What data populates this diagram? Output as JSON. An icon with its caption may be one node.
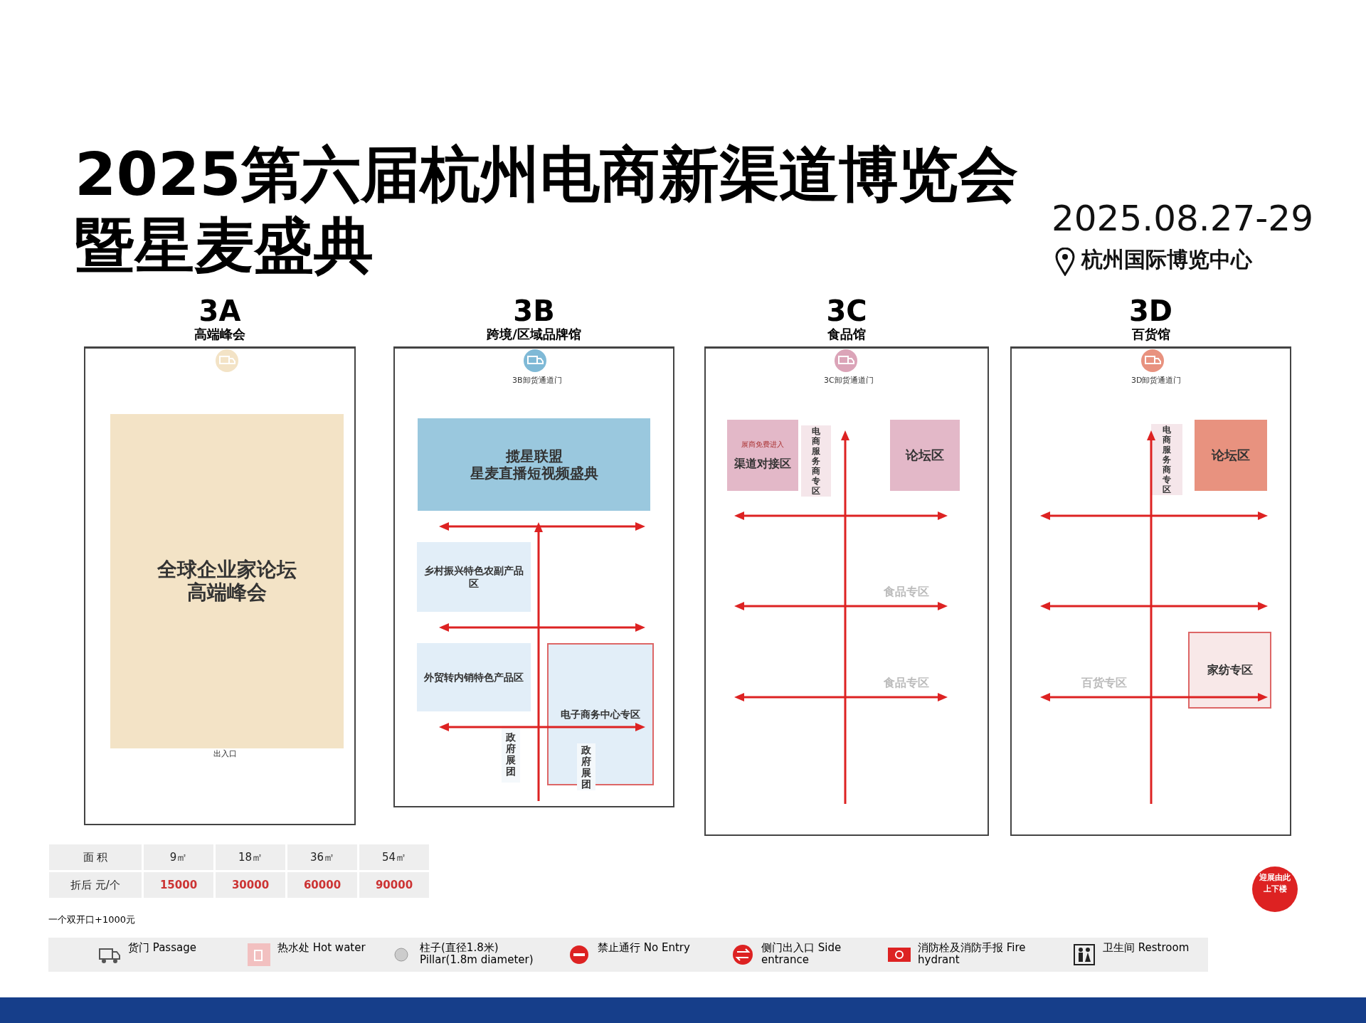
{
  "diagram": {
    "title": "2025第六届杭州电商新渠道博览会暨星麦盛典",
    "nodes": [
      {
        "text": [
          "3A",
          "高端峰会"
        ]
      },
      {
        "text": [
          "全球企业家论坛高端峰会"
        ],
        "in": 0
      },
      {
        "text": [
          "3B",
          "跨境/区域品牌馆"
        ]
      },
      {
        "text": [
          "揽星联盟",
          "星麦直播短视频盛典"
        ],
        "in": 2
      },
      {
        "text": [
          "乡村振兴特色农副产品区"
        ],
        "in": 2
      },
      {
        "text": [
          "外贸转内销特色产品区"
        ],
        "in": 2
      },
      {
        "text": [
          "电子商务中心专区"
        ],
        "in": 2
      },
      {
        "text": [
          "政府展团"
        ],
        "in": 2
      },
      {
        "text": [
          "政府展团"
        ],
        "in": 6
      },
      {
        "text": [
          "3C",
          "食品馆"
        ]
      },
      {
        "text": [
          "展商免费进入",
          "渠道对接区"
        ],
        "in": 9
      },
      {
        "text": [
          "电商服务商专区"
        ],
        "in": 9
      },
      {
        "text": [
          "论坛区"
        ],
        "in": 9
      },
      {
        "text": [
          "3D",
          "百货馆"
        ]
      },
      {
        "text": [
          "电商服务商专区"
        ],
        "in": 13
      },
      {
        "text": [
          "论坛区"
        ],
        "in": 13
      },
      {
        "text": [
          "家纺专区"
        ],
        "in": 13
      }
    ],
    "labels": [
      "2025.08.27-29",
      "杭州国际博览中心",
      "3B卸货通道门",
      "3C卸货通道门",
      "3D卸货通道门",
      "出入口",
      "食品专区",
      "食品专区",
      "百货专区",
      "面 积",
      "9㎡",
      "18㎡",
      "36㎡",
      "54㎡",
      "折后 元/个",
      "15000",
      "30000",
      "60000",
      "90000",
      "一个双开口+1000元",
      "迎展由此上下楼"
    ],
    "legend": [
      {
        "text": "货门 Passage"
      },
      {
        "text": "热水处 Hot water"
      },
      {
        "text": "柱子(直径1.8米) Pillar(1.8m diameter)"
      },
      {
        "text": "禁止通行 No Entry"
      },
      {
        "text": "侧门出入口 Side entrance"
      },
      {
        "text": "消防栓及消防手报 Fire hydrant"
      },
      {
        "text": "卫生间 Restroom"
      }
    ]
  }
}
